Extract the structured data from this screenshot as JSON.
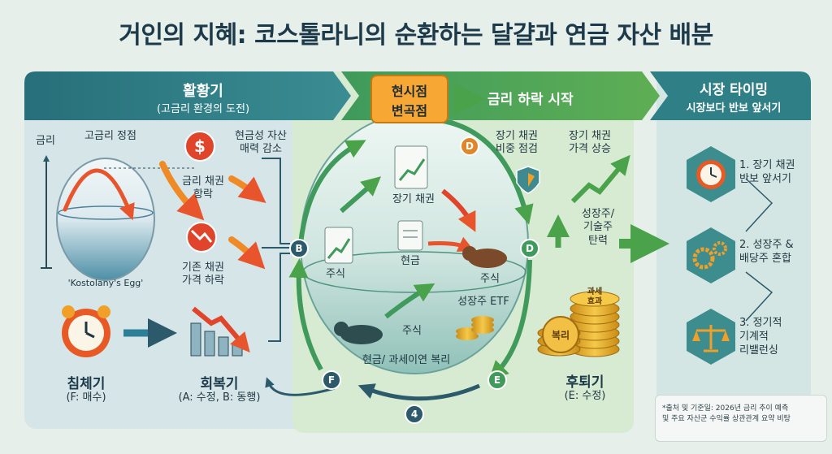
{
  "title": "거인의 지혜: 코스톨라니의 순환하는 달걀과 연금 자산 배분",
  "boom": {
    "title": "활황기",
    "subtitle": "(고금리 환경의 도전)"
  },
  "rate_down": {
    "title": "금리 하락 시작"
  },
  "inflection": {
    "line1": "현시점",
    "line2": "변곡점"
  },
  "market_timing": {
    "title": "시장 타이밍",
    "subtitle": "시장보다 반보 앞서기"
  },
  "left": {
    "rate_axis": "금리",
    "peak": "고금리 정점",
    "egg_caption": "'Kostolany's Egg'",
    "cash_assets_line1": "현금성 자산",
    "cash_assets_line2": "매력 감소",
    "bond_price_line1": "금리 채권",
    "bond_price_line2": "항락",
    "old_bond_line1": "기존 채권",
    "old_bond_line2": "가격 하락",
    "recession_title": "침체기",
    "recession_sub": "(F: 매수)",
    "recovery_title": "회복기",
    "recovery_sub": "(A: 수정, B: 동행)"
  },
  "egg": {
    "long_bond": "장기 채권",
    "stock_left": "주식",
    "cash": "현금",
    "stock_right": "주식",
    "growth_etf": "성장주 ETF",
    "stock_bottom": "주식",
    "cash_tax": "현금/ 과세이연 복리"
  },
  "mid_right": {
    "check_line1": "장기 채권",
    "check_line2": "비중 점검",
    "rise_line1": "장기 채권",
    "rise_line2": "가격 상승",
    "growth_line1": "성장주/",
    "growth_line2": "기술주",
    "growth_line3": "탄력",
    "coin_tax_line1": "과세",
    "coin_tax_line2": "효과",
    "coin_compound": "복리",
    "late_title": "후퇴기",
    "late_sub": "(E: 수정)"
  },
  "stages": {
    "B": "B",
    "D_top": "D",
    "D_mid": "D",
    "E": "E",
    "F": "F",
    "n4": "4"
  },
  "right": {
    "s1_line1": "1. 장기 채권",
    "s1_line2": "반보 앞서기",
    "s2_line1": "2. 성장주 &",
    "s2_line2": "배당주 혼합",
    "s3_line1": "3. 정기적",
    "s3_line2": "기계적",
    "s3_line3": "리밸런싱"
  },
  "footnote": {
    "line1": "*출처 및 기준일: 2026년 금리 추이 예측",
    "line2": "및 주요 자산군 수익률 상관관계 요약 비탕"
  },
  "colors": {
    "teal_header": "#2f7f86",
    "green_header": "#4a9a4e",
    "orange": "#f0a028",
    "red": "#e0452b",
    "arrow_green": "#4aa34a",
    "navy": "#2c5a6a"
  }
}
